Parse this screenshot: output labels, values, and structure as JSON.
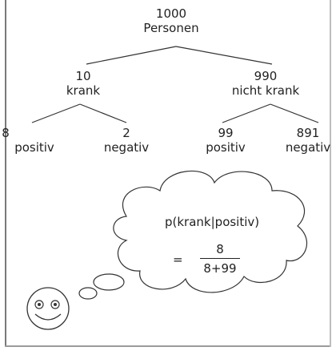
{
  "tree": {
    "root": {
      "count": "1000",
      "label": "Personen"
    },
    "sick": {
      "count": "10",
      "label": "krank"
    },
    "healthy": {
      "count": "990",
      "label": "nicht krank"
    },
    "sick_pos": {
      "count": "8",
      "label": "positiv"
    },
    "sick_neg": {
      "count": "2",
      "label": "negativ"
    },
    "healthy_pos": {
      "count": "99",
      "label": "positiv"
    },
    "healthy_neg": {
      "count": "891",
      "label": "negativ"
    }
  },
  "bubble": {
    "expression": "p(krank|positiv)",
    "equals": "=",
    "numerator": "8",
    "denominator": "8+99"
  },
  "icons": {
    "face": "smiley-icon"
  }
}
